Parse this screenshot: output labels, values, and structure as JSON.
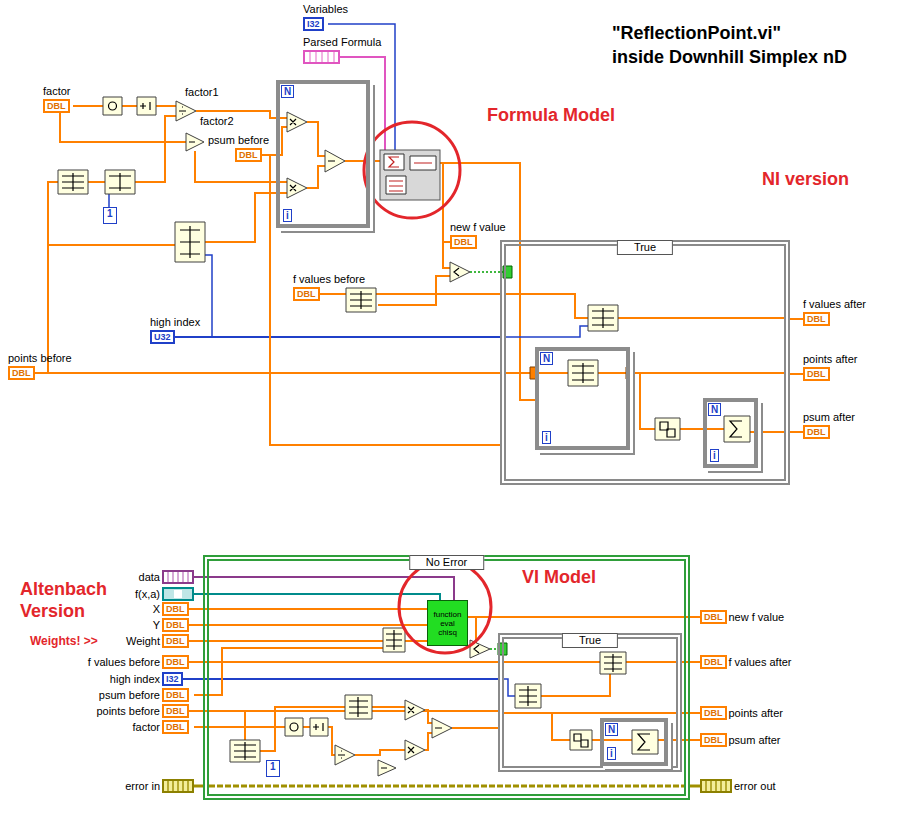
{
  "diagram": {
    "title": "\"ReflectionPoint.vi\"",
    "nodes": [
      {
        "text": [
          "Variables",
          "I32"
        ]
      },
      {
        "text": [
          "Parsed Formula"
        ]
      },
      {
        "text": [
          "factor",
          "DBL"
        ]
      },
      {
        "text": [
          "N",
          "i"
        ]
      },
      {
        "text": [
          "psum before",
          "DBL"
        ]
      },
      {
        "text": [
          "1"
        ]
      },
      {
        "text": [
          "new f value",
          "DBL"
        ]
      },
      {
        "text": [
          "f values before",
          "DBL"
        ]
      },
      {
        "text": [
          "True"
        ]
      },
      {
        "text": [
          "N",
          "i"
        ],
        "in": 8
      },
      {
        "text": [
          "N",
          "i"
        ],
        "in": 8
      },
      {
        "text": [
          "high index",
          "U32"
        ]
      },
      {
        "text": [
          "points before",
          "DBL"
        ]
      },
      {
        "text": [
          "f values after",
          "DBL"
        ]
      },
      {
        "text": [
          "points after",
          "DBL"
        ]
      },
      {
        "text": [
          "psum after",
          "DBL"
        ]
      },
      {
        "text": [
          "data"
        ]
      },
      {
        "text": [
          "f(x,a)"
        ]
      },
      {
        "text": [
          "X",
          "DBL"
        ]
      },
      {
        "text": [
          "Y",
          "DBL"
        ]
      },
      {
        "text": [
          "Weight",
          "DBL"
        ]
      },
      {
        "text": [
          "f values before",
          "DBL"
        ]
      },
      {
        "text": [
          "high index",
          "I32"
        ]
      },
      {
        "text": [
          "psum before",
          "DBL"
        ]
      },
      {
        "text": [
          "points before",
          "DBL"
        ]
      },
      {
        "text": [
          "factor",
          "DBL"
        ]
      },
      {
        "text": [
          "error in"
        ]
      },
      {
        "text": [
          "No Error"
        ]
      },
      {
        "text": [
          "function eval chisq"
        ],
        "in": 27
      },
      {
        "text": [
          "True"
        ],
        "in": 27
      },
      {
        "text": [
          "N",
          "i"
        ],
        "in": 29
      },
      {
        "text": [
          "1"
        ],
        "in": 27
      },
      {
        "text": [
          "new f value",
          "DBL"
        ]
      },
      {
        "text": [
          "f values after",
          "DBL"
        ]
      },
      {
        "text": [
          "points after",
          "DBL"
        ]
      },
      {
        "text": [
          "psum after",
          "DBL"
        ]
      },
      {
        "text": [
          "error out"
        ]
      }
    ],
    "edges": [
      {
        "from": 4,
        "to": 3,
        "arrow": "none"
      },
      {
        "from": 7,
        "to": 8,
        "arrow": "none"
      },
      {
        "from": 11,
        "to": 8,
        "arrow": "none"
      },
      {
        "from": 12,
        "to": 8,
        "arrow": "none"
      },
      {
        "from": 8,
        "to": 13,
        "arrow": "none"
      },
      {
        "from": 8,
        "to": 14,
        "arrow": "none"
      },
      {
        "from": 8,
        "to": 15,
        "arrow": "none"
      },
      {
        "from": 16,
        "to": 28,
        "arrow": "none"
      },
      {
        "from": 17,
        "to": 28,
        "arrow": "none"
      },
      {
        "from": 18,
        "to": 28,
        "arrow": "none"
      },
      {
        "from": 19,
        "to": 28,
        "arrow": "none"
      },
      {
        "from": 20,
        "to": 28,
        "arrow": "none"
      },
      {
        "from": 21,
        "to": 29,
        "arrow": "none"
      },
      {
        "from": 22,
        "to": 29,
        "arrow": "none"
      },
      {
        "from": 24,
        "to": 29,
        "arrow": "none"
      },
      {
        "from": 26,
        "to": 27,
        "arrow": "none"
      },
      {
        "from": 28,
        "to": 32,
        "arrow": "none"
      },
      {
        "from": 29,
        "to": 33,
        "arrow": "none"
      },
      {
        "from": 29,
        "to": 34,
        "arrow": "none"
      },
      {
        "from": 29,
        "to": 35,
        "arrow": "none"
      },
      {
        "from": 27,
        "to": 36,
        "arrow": "none"
      }
    ],
    "labels": [
      "inside Downhill Simplex nD",
      "Formula Model",
      "NI version",
      "factor1",
      "factor2",
      "Altenbach Version",
      "VI Model",
      "Weights! >>"
    ]
  }
}
